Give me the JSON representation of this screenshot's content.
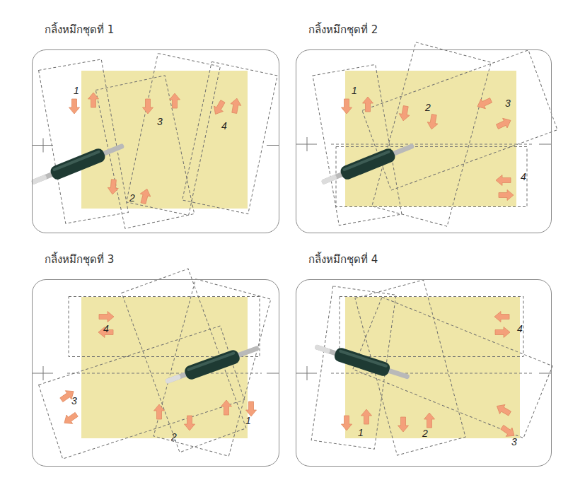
{
  "diagram": {
    "nodes": [
      {
        "text": [
          "กลิ้งหมึกชุดที่ 1"
        ]
      },
      {
        "text": [
          "กลิ้งหมึกชุดที่ 2"
        ]
      },
      {
        "text": [
          "กลิ้งหมึกชุดที่ 3"
        ]
      },
      {
        "text": [
          "กลิ้งหมึกชุดที่ 4"
        ]
      }
    ],
    "labels": [
      "1",
      "2",
      "3",
      "4",
      "1",
      "2",
      "3",
      "4",
      "1",
      "2",
      "3",
      "4",
      "1",
      "2",
      "3",
      "4"
    ]
  }
}
